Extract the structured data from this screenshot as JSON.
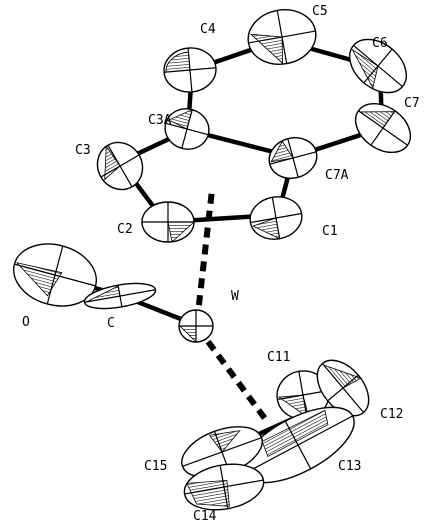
{
  "labels": {
    "c4": "C4",
    "c5": "C5",
    "c6": "C6",
    "c7": "C7",
    "c3a": "C3A",
    "c3": "C3",
    "c7a": "C7A",
    "c2": "C2",
    "c1": "C1",
    "o": "O",
    "c": "C",
    "w": "W",
    "c11": "C11",
    "c12": "C12",
    "c13": "C13",
    "c15": "C15",
    "c14": "C14"
  }
}
